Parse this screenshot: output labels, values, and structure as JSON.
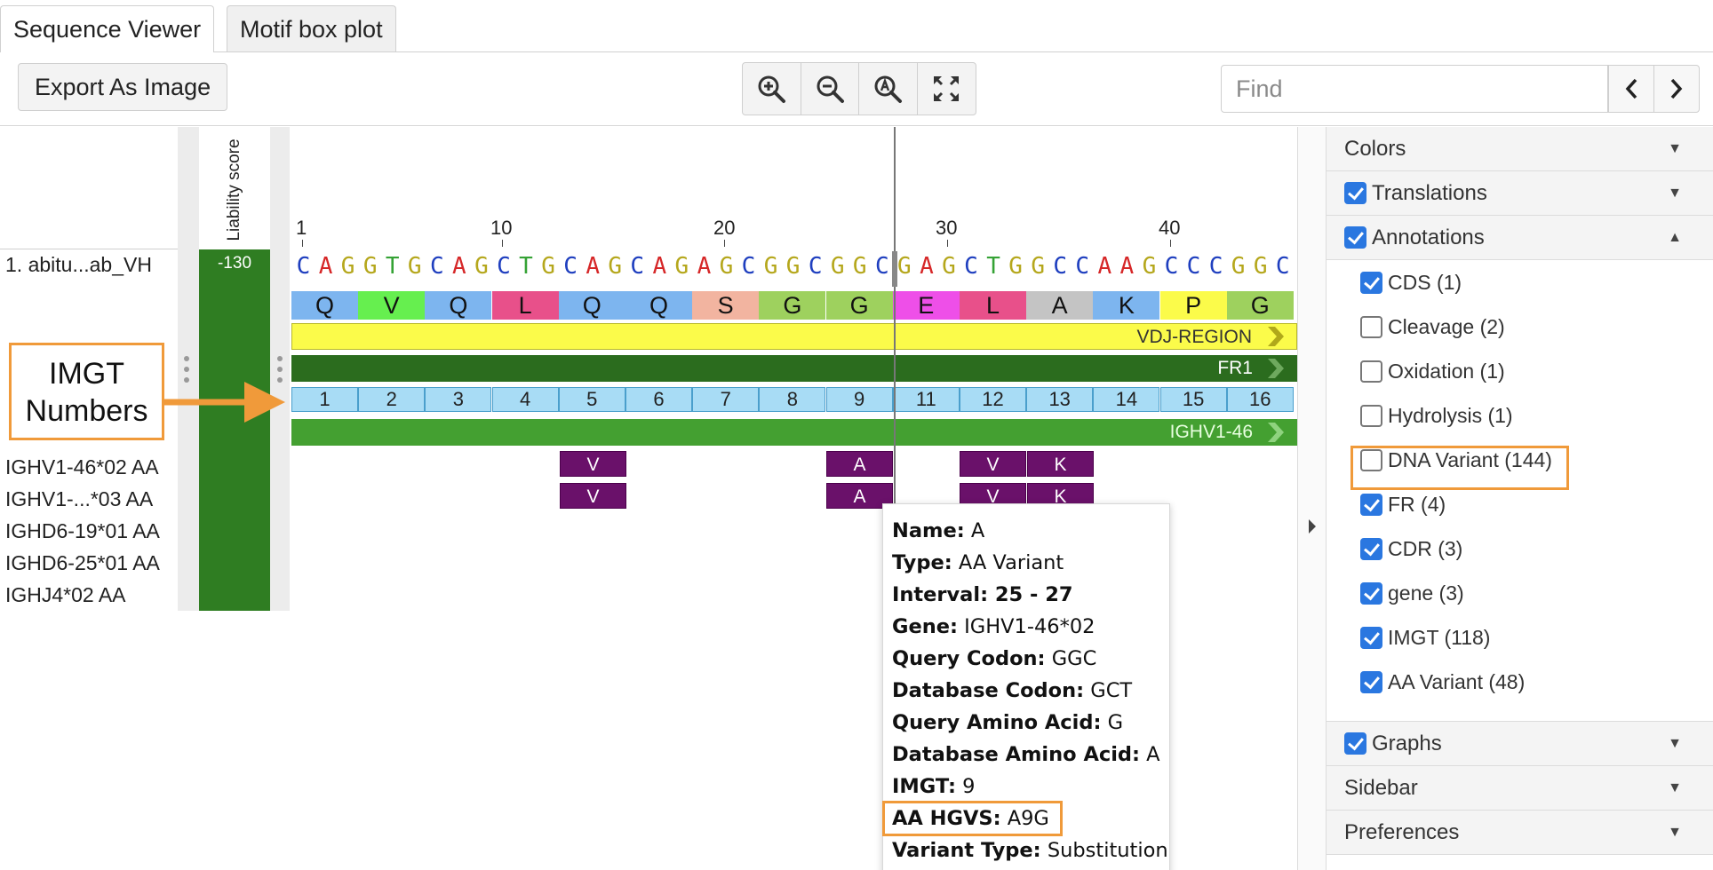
{
  "tabs": [
    {
      "label": "Sequence Viewer",
      "active": true
    },
    {
      "label": "Motif box plot",
      "active": false
    }
  ],
  "toolbar": {
    "export_label": "Export As Image",
    "zoom_icons": [
      "zoom-in-icon",
      "zoom-out-icon",
      "zoom-reset-icon",
      "fit-to-screen-icon"
    ],
    "find_placeholder": "Find"
  },
  "left": {
    "sequence_name": "1. abitu...ab_VH",
    "liability_header": "Liability score",
    "liability_value": "-130",
    "track_names": [
      "IGHV1-46*02 AA",
      "IGHV1-...*03 AA",
      "IGHD6-19*01 AA",
      "IGHD6-25*01 AA",
      "IGHJ4*02 AA"
    ]
  },
  "ruler": {
    "ticks": [
      "1",
      "10",
      "20",
      "30",
      "40"
    ]
  },
  "sequence": {
    "nucleotides": "CAGGTGCAGCTGCAGCAGAGCGGCGGCGAGCTGGCCAAGCCCGGC",
    "translation": [
      "Q",
      "V",
      "Q",
      "L",
      "Q",
      "Q",
      "S",
      "G",
      "G",
      "E",
      "L",
      "A",
      "K",
      "P",
      "G"
    ],
    "colors": {
      "A": "#d62728",
      "C": "#1f3fbf",
      "G": "#b5a71c",
      "T": "#35a235"
    },
    "aa_colors": {
      "Q": "#7db5ef",
      "V": "#66ef4f",
      "L": "#e8508a",
      "S": "#f2b4a0",
      "G": "#9ed15e",
      "E": "#ee4fe8",
      "A": "#c4c4c4",
      "K": "#7db5ef",
      "P": "#fbfb4a"
    }
  },
  "annotations": {
    "vdj_label": "VDJ-REGION",
    "fr1_label": "FR1",
    "imgt_numbers": [
      "1",
      "2",
      "3",
      "4",
      "5",
      "6",
      "7",
      "8",
      "9",
      "11",
      "12",
      "13",
      "14",
      "15",
      "16"
    ],
    "gene_label": "IGHV1-46",
    "variant_row1": [
      "V",
      "A",
      "V",
      "K"
    ],
    "variant_row2": [
      "V",
      "A",
      "V",
      "K"
    ]
  },
  "callout": {
    "line1": "IMGT",
    "line2": "Numbers"
  },
  "tooltip": {
    "name": {
      "key": "Name:",
      "value": " A"
    },
    "type": {
      "key": "Type:",
      "value": " AA Variant"
    },
    "interval": {
      "key": "Interval: 25 - 27",
      "value": ""
    },
    "gene": {
      "key": "Gene:",
      "value": " IGHV1-46*02"
    },
    "query_codon": {
      "key": "Query Codon:",
      "value": " GGC"
    },
    "database_codon": {
      "key": "Database Codon:",
      "value": " GCT"
    },
    "query_aa": {
      "key": "Query Amino Acid:",
      "value": " G"
    },
    "database_aa": {
      "key": "Database Amino Acid:",
      "value": " A"
    },
    "imgt": {
      "key": "IMGT:",
      "value": " 9"
    },
    "aa_hgvs": {
      "key": "AA HGVS:",
      "value": " A9G"
    },
    "variant_type": {
      "key": "Variant Type:",
      "value": " Substitution"
    }
  },
  "panel": {
    "colors": "Colors",
    "translations": "Translations",
    "annotations": "Annotations",
    "items": [
      {
        "label": "CDS (1)",
        "checked": true
      },
      {
        "label": "Cleavage (2)",
        "checked": false
      },
      {
        "label": "Oxidation (1)",
        "checked": false
      },
      {
        "label": "Hydrolysis (1)",
        "checked": false
      },
      {
        "label": "DNA Variant (144)",
        "checked": false
      },
      {
        "label": "FR (4)",
        "checked": true
      },
      {
        "label": "CDR (3)",
        "checked": true
      },
      {
        "label": "gene (3)",
        "checked": true
      },
      {
        "label": "IMGT (118)",
        "checked": true
      },
      {
        "label": "AA Variant (48)",
        "checked": true
      }
    ],
    "graphs": "Graphs",
    "sidebar": "Sidebar",
    "preferences": "Preferences"
  },
  "accent_orange": "#f09a3a"
}
